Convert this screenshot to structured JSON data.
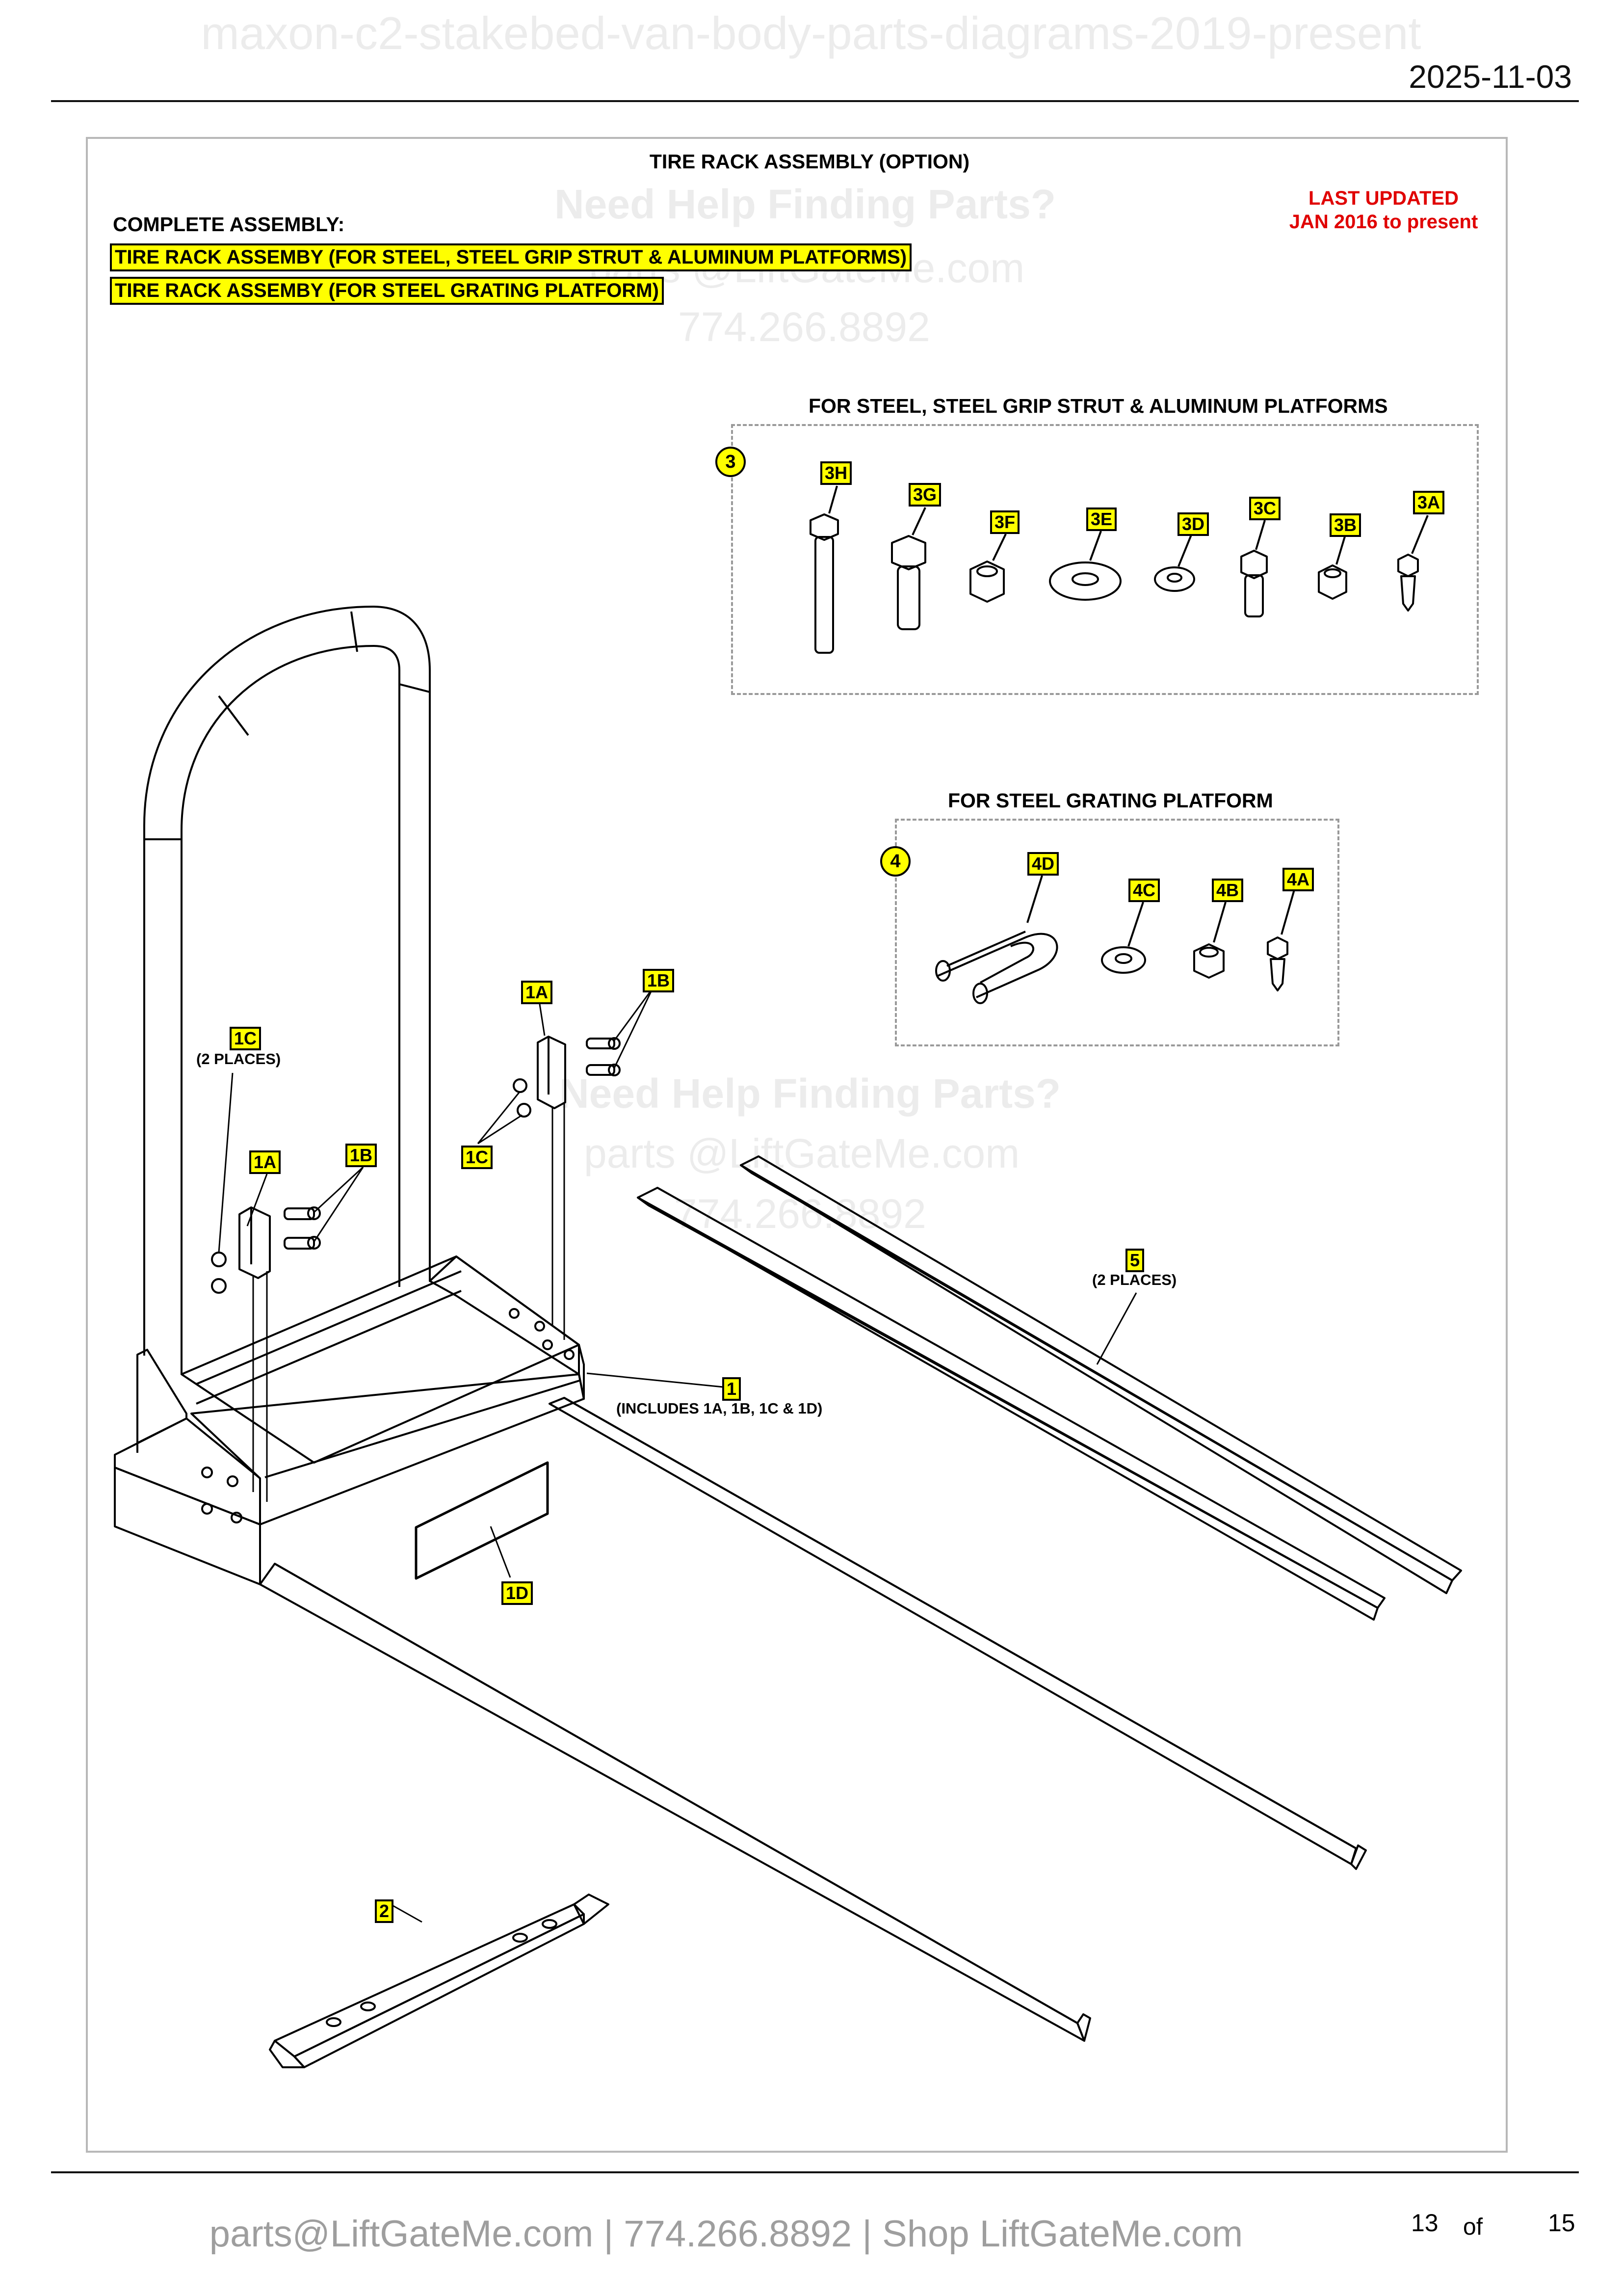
{
  "header": {
    "document_title": "maxon-c2-stakebed-van-body-parts-diagrams-2019-present",
    "date": "2025-11-03"
  },
  "drawing": {
    "title": "TIRE RACK ASSEMBLY (OPTION)",
    "complete_assembly_label": "COMPLETE ASSEMBLY:",
    "assemblies": [
      "TIRE RACK ASSEMBY (FOR STEEL, STEEL GRIP STRUT & ALUMINUM PLATFORMS)",
      "TIRE RACK ASSEMBY (FOR STEEL GRATING PLATFORM)"
    ],
    "last_updated": [
      "LAST UPDATED",
      "JAN 2016 to present"
    ],
    "watermark": {
      "help": "Need Help Finding Parts?",
      "email": "parts @LiftGateMe.com",
      "phone": "774.266.8892"
    },
    "hardware_kit_3": {
      "title": "FOR STEEL, STEEL GRIP STRUT & ALUMINUM PLATFORMS",
      "callout": "3",
      "parts": [
        "3H",
        "3G",
        "3F",
        "3E",
        "3D",
        "3C",
        "3B",
        "3A"
      ]
    },
    "hardware_kit_4": {
      "title": "FOR STEEL GRATING PLATFORM",
      "callout": "4",
      "parts": [
        "4D",
        "4C",
        "4B",
        "4A"
      ]
    },
    "callouts": {
      "p1": "1",
      "p1_note": "(INCLUDES 1A, 1B, 1C & 1D)",
      "p1a_left": "1A",
      "p1b_left": "1B",
      "p1c_left": "1C",
      "p1c_note": "(2 PLACES)",
      "p1a_right": "1A",
      "p1b_right": "1B",
      "p1c_right": "1C",
      "p1d": "1D",
      "p2": "2",
      "p5": "5",
      "p5_note": "(2 PLACES)"
    }
  },
  "footer": {
    "contact": "parts@LiftGateMe.com | 774.266.8892 | Shop LiftGateMe.com",
    "page_current": "13",
    "page_of": "of",
    "page_total": "15"
  }
}
